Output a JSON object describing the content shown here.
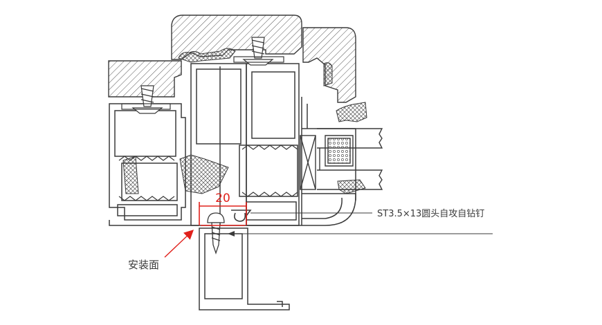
{
  "diagram": {
    "dimension": {
      "value": "20",
      "color": "#e0201b"
    },
    "screw_callout": {
      "text": "ST3.5×13圆头自攻自钻钉"
    },
    "install_label": {
      "text": "安装面"
    },
    "colors": {
      "line": "#3a3a3a",
      "hatch": "#555555",
      "accent": "#e0201b",
      "background": "#ffffff"
    }
  }
}
